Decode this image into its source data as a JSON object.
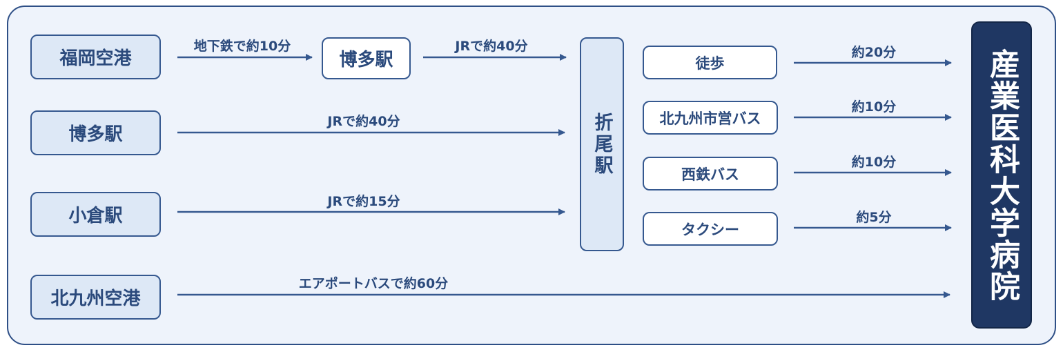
{
  "sources": {
    "fukuoka_airport": "福岡空港",
    "hakata": "博多駅",
    "kokura": "小倉駅",
    "kitakyushu_airport": "北九州空港"
  },
  "hub": {
    "hakata_transfer": "博多駅",
    "orio": "折尾駅"
  },
  "modes": {
    "walk": "徒歩",
    "city_bus": "北九州市営バス",
    "nishitetsu_bus": "西鉄バス",
    "taxi": "タクシー"
  },
  "destination": "産業医科大学病院",
  "edges": {
    "fukuoka_to_hakata": "地下鉄で約10分",
    "hakata_to_orio_1": "JRで約40分",
    "hakata_to_orio_2": "JRで約40分",
    "kokura_to_orio": "JRで約15分",
    "kitakyushu_to_dest": "エアポートバスで約60分",
    "walk_time": "約20分",
    "city_bus_time": "約10分",
    "nishitetsu_time": "約10分",
    "taxi_time": "約5分"
  }
}
